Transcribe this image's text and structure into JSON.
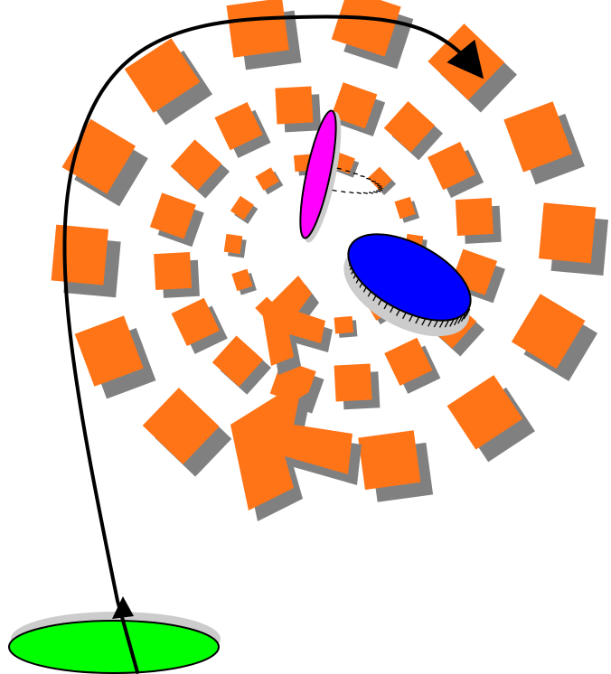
{
  "scene": {
    "background": "#ffffff",
    "colors": {
      "ring_tile": "#ff7417",
      "tile_shadow": "#808080",
      "target_magenta": "#ff00ff",
      "target_blue": "#0000ff",
      "start_green": "#00ff00",
      "path_stroke": "#000000",
      "disc_rim": "#cccccc"
    },
    "elements": {
      "start_disc": "green-disc",
      "target_a": "magenta-disc",
      "target_b": "blue-disc",
      "trajectory": "curved-arrow",
      "pointer": "arrow-cursor",
      "rings": "dashed-tile-rings"
    }
  }
}
